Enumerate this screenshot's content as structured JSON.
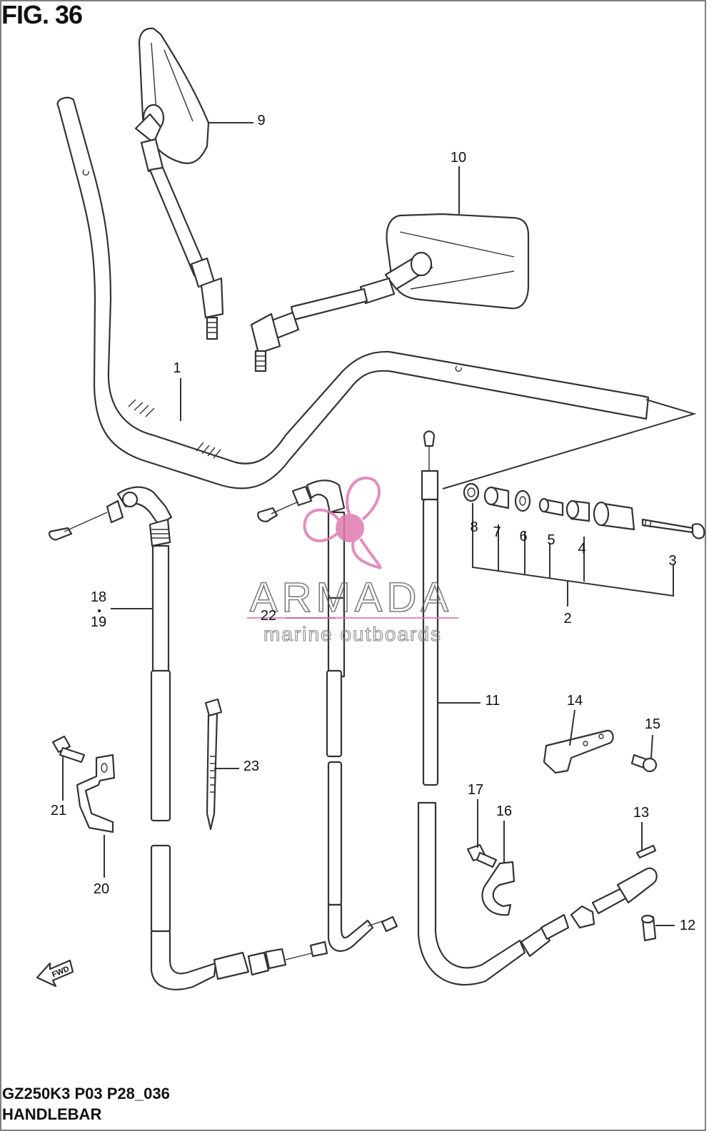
{
  "header": {
    "fig_title": "FIG. 36"
  },
  "footer": {
    "model_code": "GZ250K3 P03 P28_036",
    "section_name": "HANDLEBAR"
  },
  "watermark": {
    "brand": "ARMADA",
    "tagline": "marine outboards",
    "color": "#e07ab0"
  },
  "arrow_label": "FWD",
  "callouts": [
    {
      "id": "1",
      "label": "1"
    },
    {
      "id": "2",
      "label": "2"
    },
    {
      "id": "3",
      "label": "3"
    },
    {
      "id": "4",
      "label": "4"
    },
    {
      "id": "5",
      "label": "5"
    },
    {
      "id": "6",
      "label": "6"
    },
    {
      "id": "7",
      "label": "7"
    },
    {
      "id": "8",
      "label": "8"
    },
    {
      "id": "9",
      "label": "9"
    },
    {
      "id": "10",
      "label": "10"
    },
    {
      "id": "11",
      "label": "11"
    },
    {
      "id": "12",
      "label": "12"
    },
    {
      "id": "13",
      "label": "13"
    },
    {
      "id": "14",
      "label": "14"
    },
    {
      "id": "15",
      "label": "15"
    },
    {
      "id": "16",
      "label": "16"
    },
    {
      "id": "17",
      "label": "17"
    },
    {
      "id": "18",
      "label": "18"
    },
    {
      "id": "19",
      "label": "19"
    },
    {
      "id": "20",
      "label": "20"
    },
    {
      "id": "21",
      "label": "21"
    },
    {
      "id": "22",
      "label": "22"
    },
    {
      "id": "23",
      "label": "23"
    }
  ]
}
